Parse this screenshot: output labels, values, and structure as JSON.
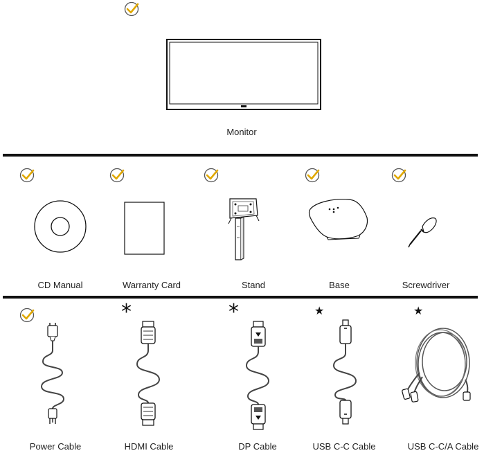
{
  "monitor": {
    "label": "Monitor"
  },
  "accessories": [
    {
      "label": "CD Manual"
    },
    {
      "label": "Warranty Card"
    },
    {
      "label": "Stand"
    },
    {
      "label": "Base"
    },
    {
      "label": "Screwdriver"
    }
  ],
  "cables": [
    {
      "label": "Power Cable"
    },
    {
      "label": "HDMI Cable"
    },
    {
      "label": "DP Cable"
    },
    {
      "label": "USB C-C Cable"
    },
    {
      "label": "USB C-C/A Cable"
    }
  ],
  "marks": {
    "included": "check-icon",
    "optional_large": "*",
    "optional_small": "★"
  },
  "colors": {
    "check": "#e0a800",
    "line": "#111111",
    "drawing": "#333333"
  }
}
